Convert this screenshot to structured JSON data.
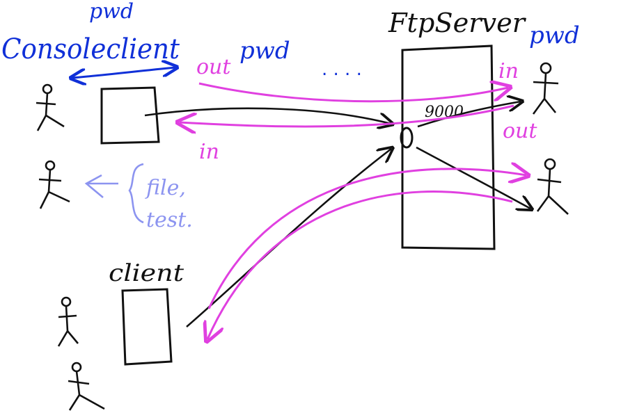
{
  "labels": {
    "pwd_top": "pwd",
    "console_client": "Consoleclient",
    "pwd_mid": "pwd",
    "out_left": "out",
    "dots": ". . . .",
    "ftp_server": "FtpServer",
    "pwd_right": "pwd",
    "in_right": "in",
    "port": "9000",
    "out_right": "out",
    "in_left": "in",
    "file": "file,",
    "test": "test.",
    "client_bottom": "client"
  },
  "colors": {
    "ink": "#111111",
    "blue": "#1030d8",
    "magenta": "#e040e0",
    "lavender": "#8c94f0"
  }
}
